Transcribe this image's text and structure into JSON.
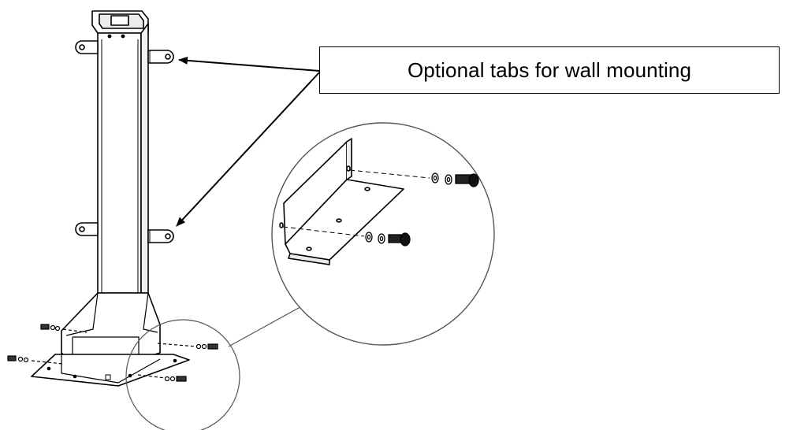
{
  "callout": {
    "text": "Optional tabs for wall mounting"
  },
  "colors": {
    "line": "#000000",
    "light_line": "#6b6b6b",
    "fill": "#ffffff",
    "shade": "#e9e9e9"
  },
  "icons": {
    "post": "mounting-post",
    "detail": "magnified-bolt-detail"
  }
}
